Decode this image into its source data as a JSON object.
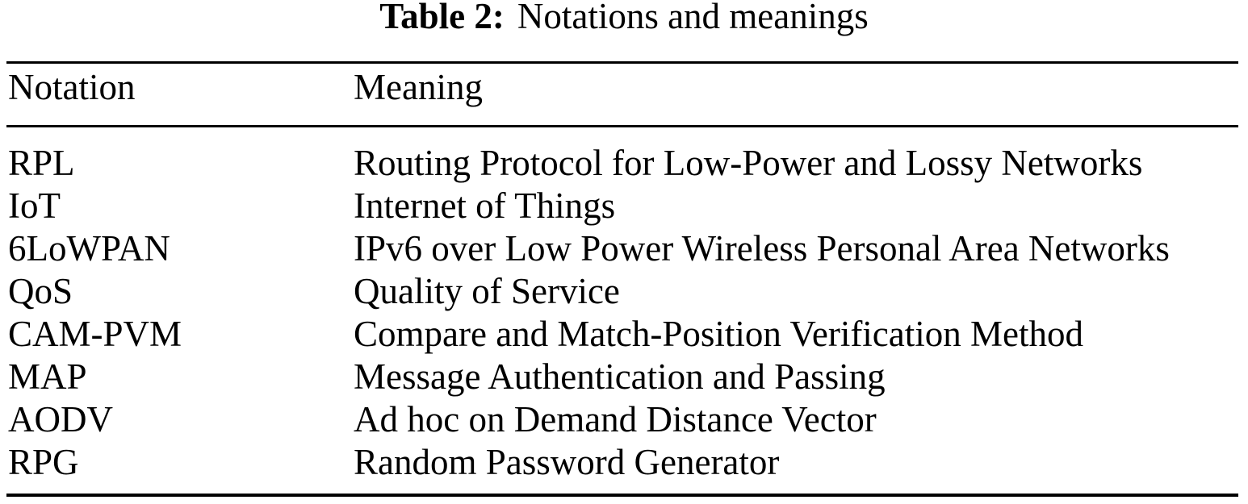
{
  "title": {
    "label": "Table 2:",
    "text": "Notations and meanings"
  },
  "table": {
    "columns": [
      {
        "label": "Notation"
      },
      {
        "label": "Meaning"
      }
    ],
    "rows": [
      {
        "notation": "RPL",
        "meaning": "Routing Protocol for Low-Power and Lossy Networks"
      },
      {
        "notation": "IoT",
        "meaning": "Internet of Things"
      },
      {
        "notation": "6LoWPAN",
        "meaning": "IPv6 over Low Power Wireless Personal Area Networks"
      },
      {
        "notation": "QoS",
        "meaning": "Quality of Service"
      },
      {
        "notation": "CAM-PVM",
        "meaning": "Compare and Match-Position Verification Method"
      },
      {
        "notation": "MAP",
        "meaning": "Message Authentication and Passing"
      },
      {
        "notation": "AODV",
        "meaning": "Ad hoc on Demand Distance Vector"
      },
      {
        "notation": "RPG",
        "meaning": "Random Password Generator"
      }
    ]
  },
  "colors": {
    "text": "#000000",
    "background": "#ffffff",
    "rule": "#000000"
  }
}
